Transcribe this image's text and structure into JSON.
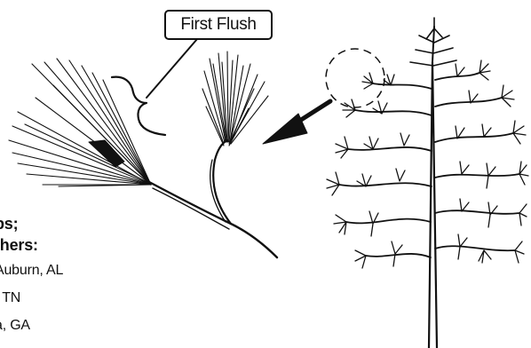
{
  "callout": {
    "label": "First Flush"
  },
  "credits": {
    "heading_lines": [
      "bs;",
      "thers:"
    ],
    "lines": [
      "Auburn, AL",
      ", TN",
      "a, GA"
    ]
  },
  "icons": [
    "needle-cluster",
    "pine-tree",
    "arrow"
  ]
}
